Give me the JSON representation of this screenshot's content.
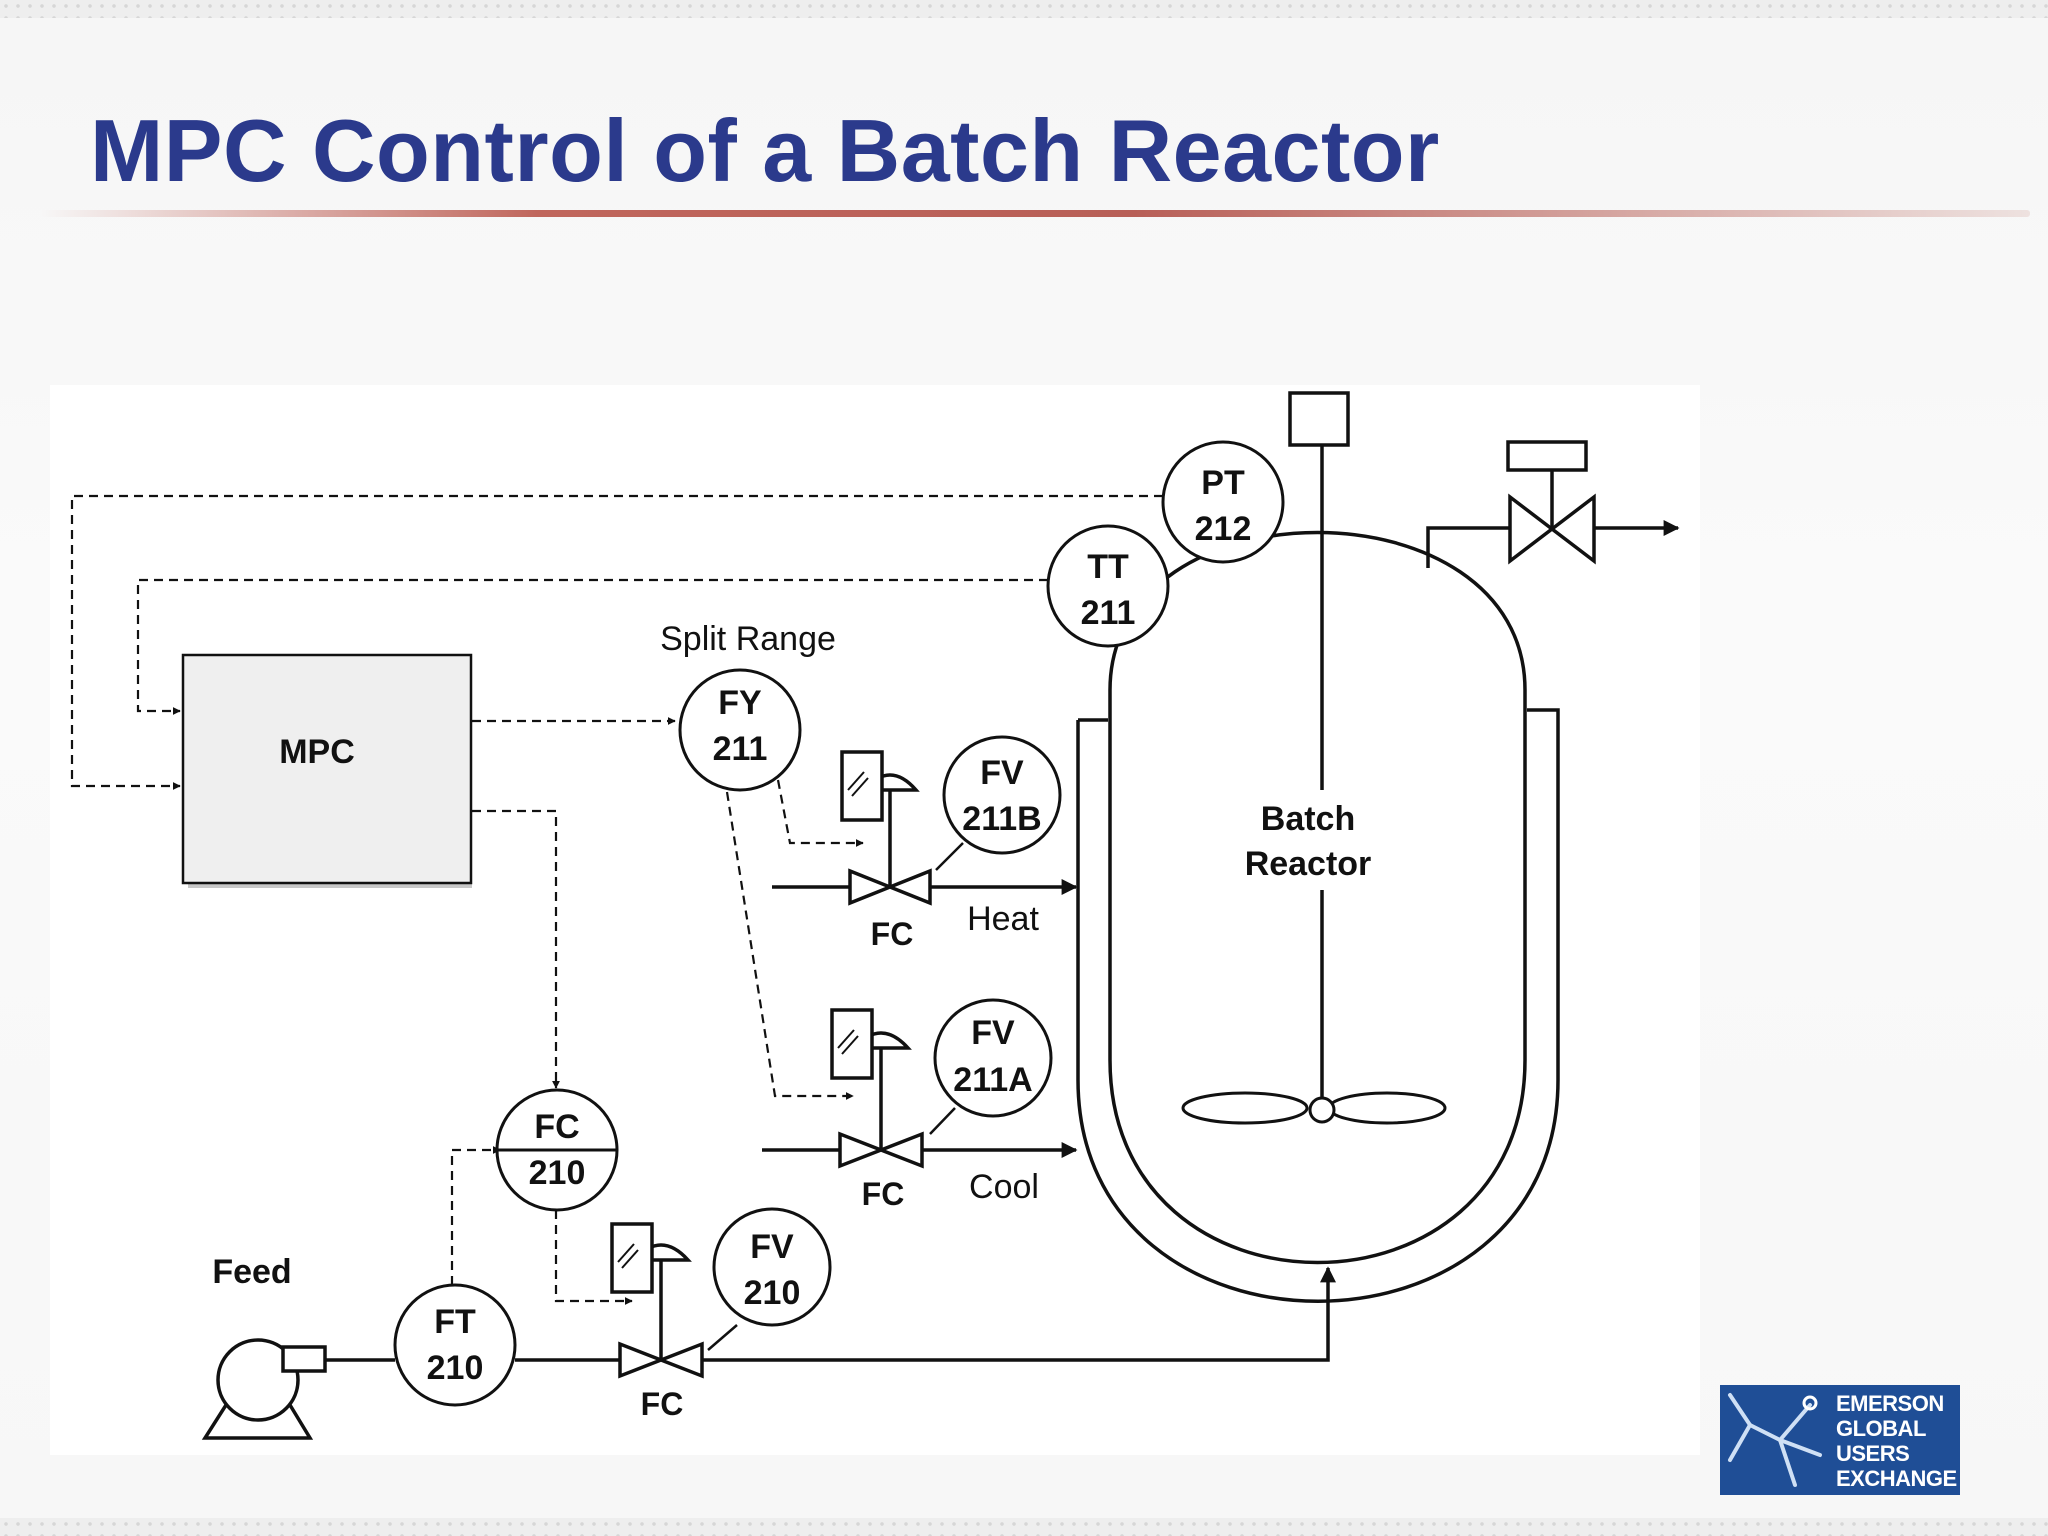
{
  "slide": {
    "title": "MPC Control of a Batch Reactor"
  },
  "diagram": {
    "mpc_label": "MPC",
    "split_range_label": "Split Range",
    "feed_label": "Feed",
    "reactor_label_line1": "Batch",
    "reactor_label_line2": "Reactor",
    "heat_label": "Heat",
    "cool_label": "Cool",
    "fail_closed_label": "FC",
    "instruments": {
      "pt212": {
        "tag": "PT",
        "num": "212"
      },
      "tt211": {
        "tag": "TT",
        "num": "211"
      },
      "fy211": {
        "tag": "FY",
        "num": "211"
      },
      "fv211b": {
        "tag": "FV",
        "num": "211B"
      },
      "fv211a": {
        "tag": "FV",
        "num": "211A"
      },
      "fc210": {
        "tag": "FC",
        "num": "210"
      },
      "fv210": {
        "tag": "FV",
        "num": "210"
      },
      "ft210": {
        "tag": "FT",
        "num": "210"
      }
    }
  },
  "logo": {
    "line1": "EMERSON",
    "line2": "GLOBAL",
    "line3": "USERS",
    "line4": "EXCHANGE",
    "color": "#1f4e96"
  }
}
